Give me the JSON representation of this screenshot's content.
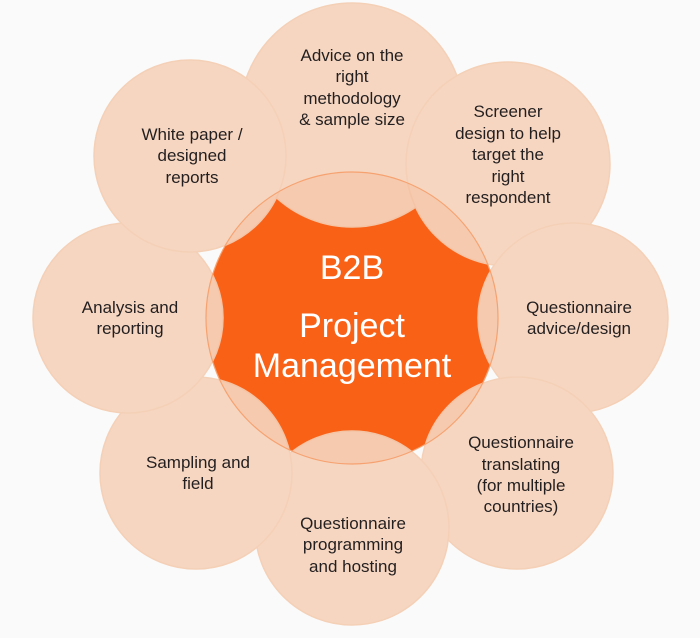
{
  "diagram": {
    "type": "hub-and-spoke-petal-diagram",
    "background_color": "#fafafa",
    "center": {
      "line1": "B2B",
      "line2": "Project",
      "line3": "Management",
      "fill_color": "#f96117",
      "text_color": "#ffffff"
    },
    "petal_style": {
      "fill_color": "#f6d3bc",
      "overlap_color": "#f78d52",
      "stroke_color": "#f3cbb0",
      "text_color": "#231f20"
    },
    "petals": [
      {
        "id": "advice-methodology",
        "label": "Advice on the\nright\nmethodology\n& sample size"
      },
      {
        "id": "screener-design",
        "label": "Screener\ndesign to help\ntarget the\nright\nrespondent"
      },
      {
        "id": "questionnaire-advice",
        "label": "Questionnaire\nadvice/design"
      },
      {
        "id": "questionnaire-translating",
        "label": "Questionnaire\ntranslating\n(for multiple\ncountries)"
      },
      {
        "id": "questionnaire-programming",
        "label": "Questionnaire\nprogramming\nand hosting"
      },
      {
        "id": "sampling-field",
        "label": "Sampling and\nfield"
      },
      {
        "id": "analysis-reporting",
        "label": "Analysis and\nreporting"
      },
      {
        "id": "white-paper",
        "label": "White paper /\ndesigned\nreports"
      }
    ]
  }
}
